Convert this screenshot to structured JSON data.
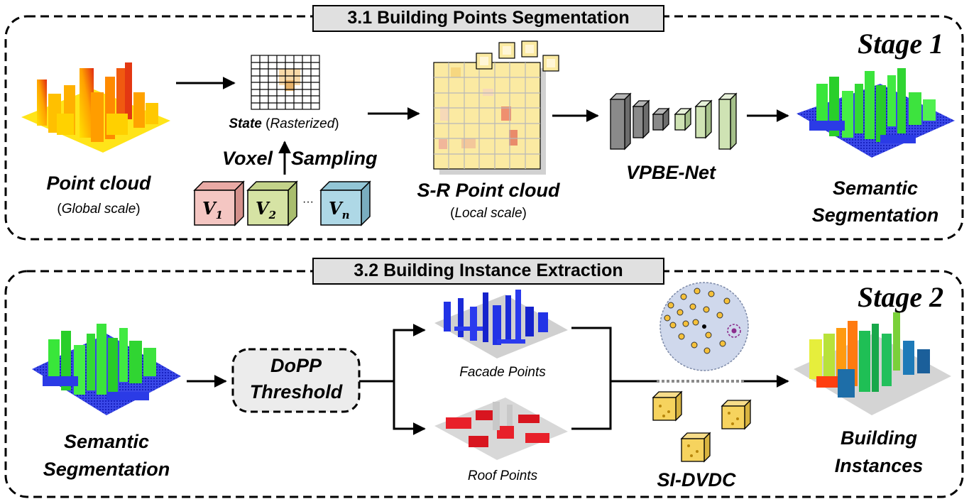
{
  "stage1": {
    "section_title": "3.1 Building Points Segmentation",
    "stage_label": "Stage 1",
    "point_cloud": {
      "title": "Point cloud",
      "subtitle_open": "(",
      "subtitle_italic": "Global scale",
      "subtitle_close": ")"
    },
    "state": {
      "bold": "State",
      "rest_open": " (",
      "rest_italic": "Rasterized",
      "rest_close": ")"
    },
    "voxel_label": "Voxel",
    "sampling_label": "Sampling",
    "cubes": [
      {
        "main": "V",
        "sub": "1",
        "color": "#f4c6c2"
      },
      {
        "main": "V",
        "sub": "2",
        "color": "#d6e3a4"
      },
      {
        "main": "V",
        "sub": "n",
        "color": "#aed8e6"
      }
    ],
    "ellipsis": "···",
    "sr_cloud": {
      "title": "S-R Point cloud",
      "subtitle_open": "(",
      "subtitle_italic": "Local scale",
      "subtitle_close": ")"
    },
    "network": "VPBE-Net",
    "output": {
      "line1": "Semantic",
      "line2": "Segmentation"
    }
  },
  "stage2": {
    "section_title": "3.2 Building Instance Extraction",
    "stage_label": "Stage 2",
    "input": {
      "line1": "Semantic",
      "line2": "Segmentation"
    },
    "threshold": {
      "line1": "DoPP",
      "line2": "Threshold"
    },
    "facade": "Facade Points",
    "roof": "Roof Points",
    "method": "SI-DVDC",
    "output": {
      "line1": "Building",
      "line2": "Instances"
    }
  },
  "colors": {
    "facade_blue": "#1f2ee0",
    "vegetation_green": "#39e63a",
    "roof_red": "#e8202a",
    "grid_yellow": "#fbeaa2",
    "network_gray": "#8a8a8a",
    "network_green": "#cfe3b4",
    "panel_gray": "#e0e0e0"
  }
}
